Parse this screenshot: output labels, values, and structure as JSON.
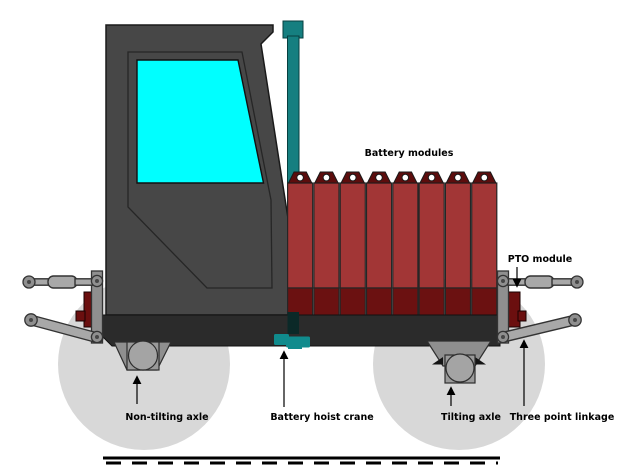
{
  "labels": {
    "battery_modules": "Battery modules",
    "pto_module": "PTO module",
    "non_tilting_axle": "Non-tilting axle",
    "battery_hoist_crane": "Battery hoist crane",
    "tilting_axle": "Tilting axle",
    "three_point_linkage": "Three point linkage"
  },
  "battery": {
    "module_count": 8
  },
  "colors": {
    "cab": "#474747",
    "chassis": "#2b2b2b",
    "window": "#00ffff",
    "mast": "#157f80",
    "mastdark": "#0b2928",
    "clamp": "#108b8d",
    "battery": "#a23636",
    "batteryband": "#6b1111",
    "batterytop": "#5c0d0d",
    "block": "#6b0f0f",
    "wheel": "#d8d8d8",
    "link": "#a8a8a8",
    "mount": "#9a9a9a"
  }
}
